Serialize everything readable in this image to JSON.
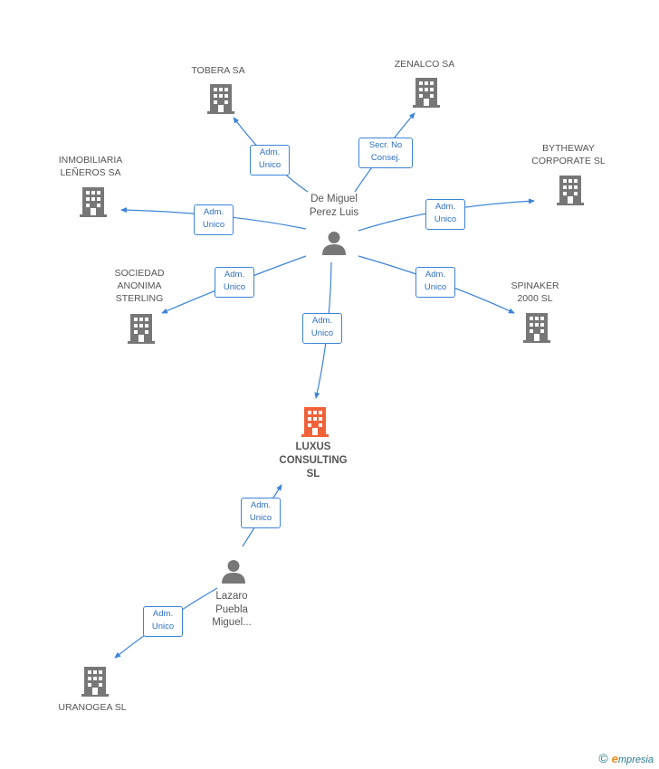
{
  "colors": {
    "company": "#777777",
    "focus": "#f0633a",
    "person": "#777777",
    "edge": "#3c84d8"
  },
  "nodes": {
    "tobera": {
      "label": "TOBERA SA",
      "icon": "building-icon"
    },
    "zenalco": {
      "label": "ZENALCO SA",
      "icon": "building-icon"
    },
    "bytheway": {
      "label": "BYTHEWAY\nCORPORATE SL",
      "icon": "building-icon"
    },
    "inmobiliaria": {
      "label": "INMOBILIARIA\nLEÑEROS SA",
      "icon": "building-icon"
    },
    "sociedad": {
      "label": "SOCIEDAD\nANONIMA\nSTERLING",
      "icon": "building-icon"
    },
    "spinaker": {
      "label": "SPINAKER\n2000 SL",
      "icon": "building-icon"
    },
    "luxus": {
      "label": "LUXUS\nCONSULTING\nSL",
      "icon": "building-icon"
    },
    "uranogea": {
      "label": "URANOGEA SL",
      "icon": "building-icon"
    },
    "demiguel": {
      "label": "De Miguel\nPerez Luis",
      "icon": "person-icon"
    },
    "lazaro": {
      "label": "Lazaro\nPuebla\nMiguel...",
      "icon": "person-icon"
    }
  },
  "roles": {
    "tobera": "Adm.\nUnico",
    "zenalco": "Secr.  No\nConsej.",
    "bytheway": "Adm.\nUnico",
    "inmobiliaria": "Adm.\nUnico",
    "sociedad": "Adm.\nUnico",
    "spinaker": "Adm.\nUnico",
    "luxus": "Adm.\nUnico",
    "lazaro_luxus": "Adm.\nUnico",
    "uranogea": "Adm.\nUnico"
  },
  "brand": {
    "copyright": "©",
    "first_letter": "e",
    "rest": "mpresia"
  }
}
